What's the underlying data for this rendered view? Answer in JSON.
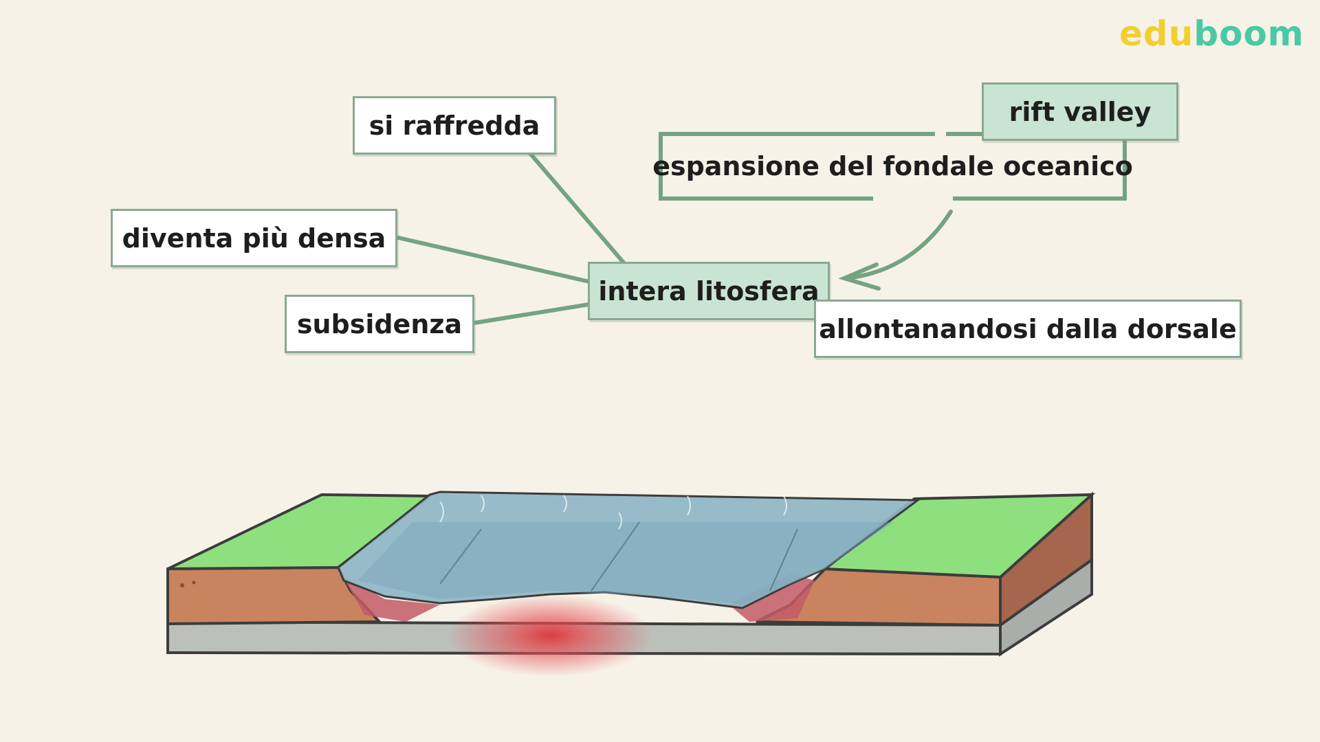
{
  "brand": {
    "part1": "edu",
    "part2": "boom"
  },
  "nodes": {
    "si_raffredda": "si raffredda",
    "diventa_piu_densa": "diventa più densa",
    "subsidenza": "subsidenza",
    "intera_litosfera": "intera litosfera",
    "rift_valley": "rift valley",
    "espansione": "espansione del fondale oceanico",
    "allontanandosi": "allontanandosi dalla dorsale"
  },
  "colors": {
    "connector": "#74a381",
    "node_green": "#c9e4d2",
    "land": "#8ee07f",
    "crust": "#c9845f",
    "mantle": "#bcc0bb",
    "water": "#8fb6c6",
    "magma": "#e0353a"
  }
}
